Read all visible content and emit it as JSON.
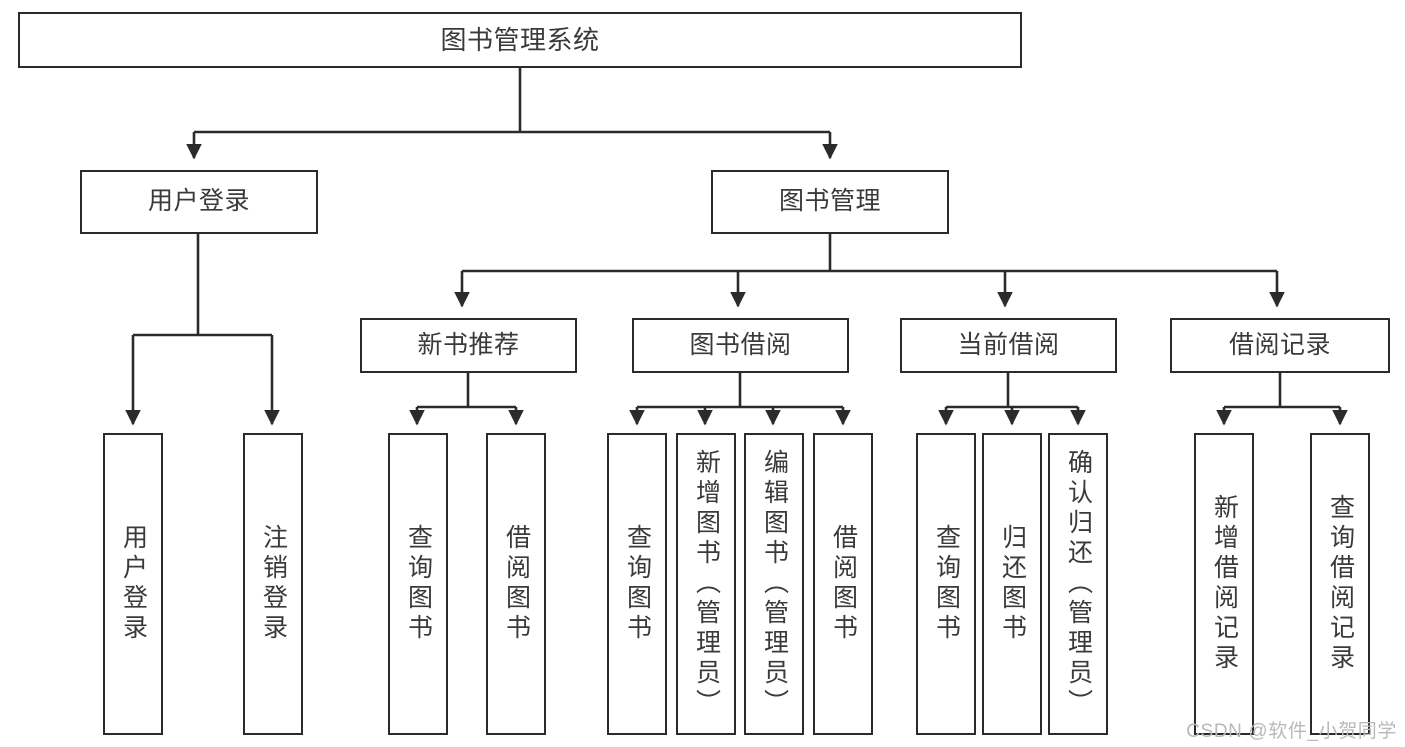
{
  "diagram": {
    "type": "tree-hierarchy",
    "title": "图书管理系统",
    "root": {
      "label": "图书管理系统"
    },
    "level2": [
      {
        "label": "用户登录"
      },
      {
        "label": "图书管理"
      }
    ],
    "level3": [
      {
        "label": "新书推荐"
      },
      {
        "label": "图书借阅"
      },
      {
        "label": "当前借阅"
      },
      {
        "label": "借阅记录"
      }
    ],
    "leaves": {
      "user_login": [
        {
          "label": "用户登录"
        },
        {
          "label": "注销登录"
        }
      ],
      "new_book_recommend": [
        {
          "label": "查询图书"
        },
        {
          "label": "借阅图书"
        }
      ],
      "book_borrow": [
        {
          "label": "查询图书"
        },
        {
          "label": "新增图书（管理员）"
        },
        {
          "label": "编辑图书（管理员）"
        },
        {
          "label": "借阅图书"
        }
      ],
      "current_borrow": [
        {
          "label": "查询图书"
        },
        {
          "label": "归还图书"
        },
        {
          "label": "确认归还（管理员）"
        }
      ],
      "borrow_records": [
        {
          "label": "新增借阅记录"
        },
        {
          "label": "查询借阅记录"
        }
      ]
    }
  },
  "watermark": {
    "text": "CSDN @软件_小贺同学"
  },
  "colors": {
    "stroke": "#2b2b2b",
    "text": "#3a3a3a",
    "background": "#ffffff",
    "watermark": "#b9b9b9"
  }
}
